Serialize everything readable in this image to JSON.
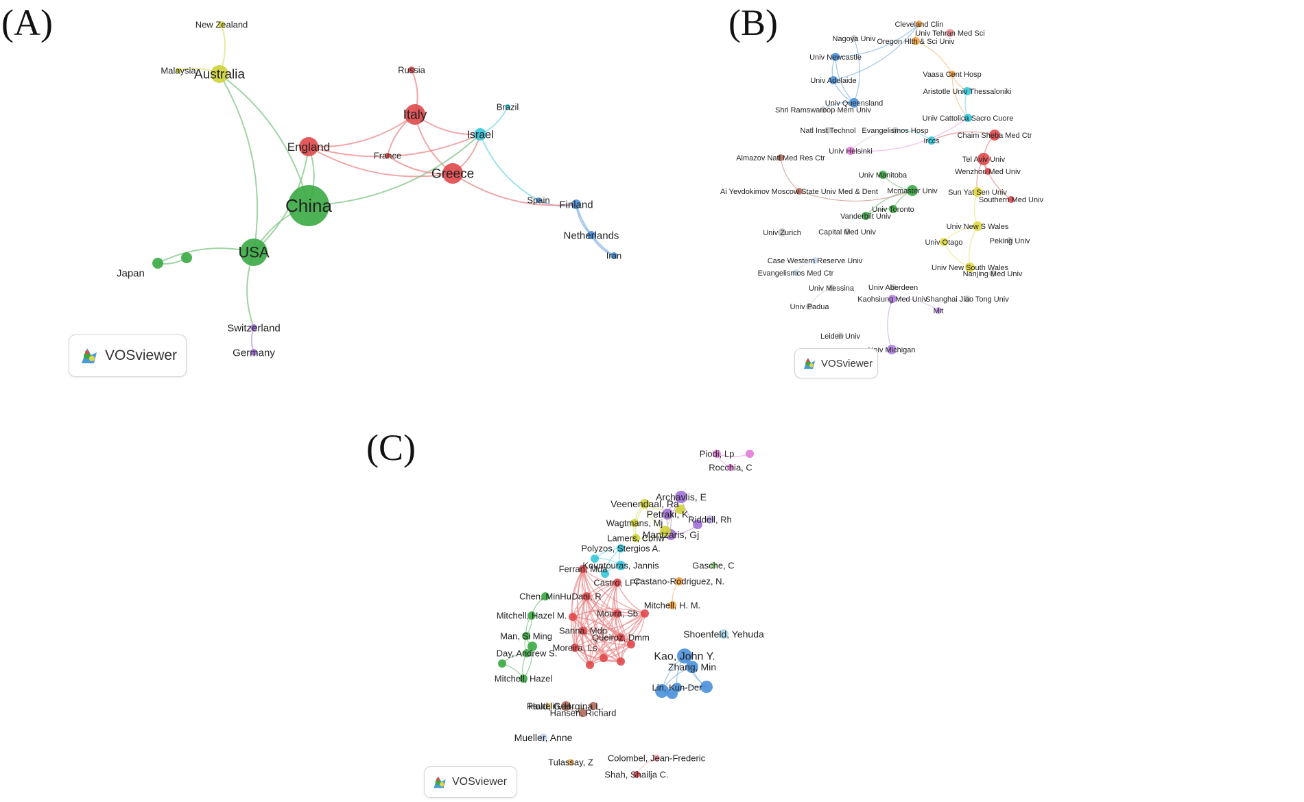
{
  "brand": "VOSviewer",
  "panels": [
    {
      "id": "A",
      "label": "(A)",
      "nodes": [
        {
          "label": "China",
          "color": "#3aa842",
          "size": 30,
          "font": 26
        },
        {
          "label": "USA",
          "color": "#3aa842",
          "size": 20,
          "font": 22
        },
        {
          "label": "Japan",
          "color": "#3aa842",
          "size": 8,
          "font": 15
        },
        {
          "label": "",
          "color": "#3aa842",
          "size": 8
        },
        {
          "label": "England",
          "color": "#e0484a",
          "size": 14,
          "font": 17
        },
        {
          "label": "Italy",
          "color": "#e0484a",
          "size": 15,
          "font": 19
        },
        {
          "label": "Greece",
          "color": "#e0484a",
          "size": 15,
          "font": 19
        },
        {
          "label": "Russia",
          "color": "#e0484a",
          "size": 5,
          "font": 13
        },
        {
          "label": "France",
          "color": "#e0484a",
          "size": 4,
          "font": 13
        },
        {
          "label": "Israel",
          "color": "#35c6da",
          "size": 9,
          "font": 16
        },
        {
          "label": "Brazil",
          "color": "#35c6da",
          "size": 4,
          "font": 13
        },
        {
          "label": "Spain",
          "color": "#4a90d9",
          "size": 4,
          "font": 13
        },
        {
          "label": "Finland",
          "color": "#4a90d9",
          "size": 7,
          "font": 15
        },
        {
          "label": "Netherlands",
          "color": "#4a90d9",
          "size": 6,
          "font": 15
        },
        {
          "label": "Iran",
          "color": "#4a90d9",
          "size": 5,
          "font": 13
        },
        {
          "label": "Australia",
          "color": "#cfd33a",
          "size": 13,
          "font": 19
        },
        {
          "label": "New Zealand",
          "color": "#cfd33a",
          "size": 5,
          "font": 13
        },
        {
          "label": "Malaysia",
          "color": "#cfd33a",
          "size": 4,
          "font": 13
        },
        {
          "label": "Switzerland",
          "color": "#a070d8",
          "size": 5,
          "font": 15
        },
        {
          "label": "Germany",
          "color": "#a070d8",
          "size": 5,
          "font": 15
        }
      ]
    },
    {
      "id": "B",
      "label": "(B)",
      "nodes": [
        {
          "label": "Cleveland Clin",
          "color": "#f0a040",
          "size": 5
        },
        {
          "label": "Oregon Hlth & Sci Univ",
          "color": "#f0a040",
          "size": 6
        },
        {
          "label": "Univ Tehran Med Sci",
          "color": "#f29aa0",
          "size": 6
        },
        {
          "label": "Univ Newcastle",
          "color": "#4a90d9",
          "size": 6
        },
        {
          "label": "Nagoya Univ",
          "color": "#c8c8c8",
          "size": 5
        },
        {
          "label": "Vaasa Cent Hosp",
          "color": "#f0a040",
          "size": 5
        },
        {
          "label": "Univ Adelaide",
          "color": "#4a90d9",
          "size": 6
        },
        {
          "label": "Aristotle Univ Thessaloniki",
          "color": "#35c6da",
          "size": 6
        },
        {
          "label": "Univ Queensland",
          "color": "#4a90d9",
          "size": 7
        },
        {
          "label": "Shri Ramswaroop Mem Univ",
          "color": "#c8c8c8",
          "size": 5
        },
        {
          "label": "Univ Cattolica Sacro Cuore",
          "color": "#35c6da",
          "size": 6
        },
        {
          "label": "Natl Inst Technol",
          "color": "#c8c8c8",
          "size": 5
        },
        {
          "label": "Evangelismos Hosp",
          "color": "#c8c8c8",
          "size": 5
        },
        {
          "label": "Chaim Sheba Med Ctr",
          "color": "#e0484a",
          "size": 8
        },
        {
          "label": "Irccs",
          "color": "#35c6da",
          "size": 6
        },
        {
          "label": "Univ Helsinki",
          "color": "#e27ad6",
          "size": 6
        },
        {
          "label": "Tel Aviv Univ",
          "color": "#e0484a",
          "size": 9
        },
        {
          "label": "Almazov Natl Med Res Ctr",
          "color": "#b06a5a",
          "size": 5
        },
        {
          "label": "Univ Manitoba",
          "color": "#3aa842",
          "size": 6
        },
        {
          "label": "Wenzhou Med Univ",
          "color": "#e0484a",
          "size": 5
        },
        {
          "label": "Mcmaster Univ",
          "color": "#3aa842",
          "size": 8
        },
        {
          "label": "Ai Yevdokimov Moscow State Univ Med & Dent",
          "color": "#b06a5a",
          "size": 5
        },
        {
          "label": "Sun Yat Sen Univ",
          "color": "#e0d840",
          "size": 7
        },
        {
          "label": "Univ Toronto",
          "color": "#3aa842",
          "size": 6
        },
        {
          "label": "Vanderbilt Univ",
          "color": "#3aa842",
          "size": 6
        },
        {
          "label": "Southern Med Univ",
          "color": "#e0484a",
          "size": 5
        },
        {
          "label": "Univ New S Wales",
          "color": "#e0d840",
          "size": 7
        },
        {
          "label": "Univ Zurich",
          "color": "#c8c8c8",
          "size": 6
        },
        {
          "label": "Capital Med Univ",
          "color": "#c8c8c8",
          "size": 5
        },
        {
          "label": "Univ Otago",
          "color": "#e0d840",
          "size": 6
        },
        {
          "label": "Peking Univ",
          "color": "#c8c8c8",
          "size": 5
        },
        {
          "label": "Case Western Reserve Univ",
          "color": "#c8dcf0",
          "size": 5
        },
        {
          "label": "Univ New South Wales",
          "color": "#e0d840",
          "size": 7
        },
        {
          "label": "Evangelismos Med Ctr",
          "color": "#c8dcf0",
          "size": 5
        },
        {
          "label": "Nanjing Med Univ",
          "color": "#c8c8c8",
          "size": 5
        },
        {
          "label": "Univ Messina",
          "color": "#c8c8c8",
          "size": 5
        },
        {
          "label": "Univ Aberdeen",
          "color": "#c8c8c8",
          "size": 5
        },
        {
          "label": "Univ Padua",
          "color": "#c8c8c8",
          "size": 5
        },
        {
          "label": "Mit",
          "color": "#c9a0e8",
          "size": 5
        },
        {
          "label": "Shanghai Jiao Tong Univ",
          "color": "#c8c8c8",
          "size": 5
        },
        {
          "label": "Kaohsiung Med Univ",
          "color": "#b080e0",
          "size": 6
        },
        {
          "label": "Leiden Univ",
          "color": "#c8c8c8",
          "size": 5
        },
        {
          "label": "Univ Michigan",
          "color": "#b080e0",
          "size": 7
        }
      ]
    },
    {
      "id": "C",
      "label": "(C)",
      "nodes": [
        {
          "label": "Piodi, Lp",
          "color": "#e27ad6",
          "size": 6,
          "font": 13
        },
        {
          "label": "Rocchia, C",
          "color": "#e27ad6",
          "size": 5,
          "font": 13
        },
        {
          "label": "",
          "color": "#e27ad6",
          "size": 6
        },
        {
          "label": "Archavlis, E",
          "color": "#a070d8",
          "size": 9,
          "font": 14
        },
        {
          "label": "Petraki, K",
          "color": "#a070d8",
          "size": 8,
          "font": 14
        },
        {
          "label": "Mantzaris, Gj",
          "color": "#a070d8",
          "size": 8,
          "font": 14
        },
        {
          "label": "",
          "color": "#a070d8",
          "size": 7
        },
        {
          "label": "Veenendaal, Ra",
          "color": "#cfd33a",
          "size": 7,
          "font": 14
        },
        {
          "label": "Wagtmans, Mj",
          "color": "#cfd33a",
          "size": 6,
          "font": 13
        },
        {
          "label": "Lamers, Cbhw",
          "color": "#cfd33a",
          "size": 6,
          "font": 13
        },
        {
          "label": "",
          "color": "#cfd33a",
          "size": 7
        },
        {
          "label": "",
          "color": "#cfd33a",
          "size": 8
        },
        {
          "label": "Riddell, Rh",
          "color": "#c8b0e8",
          "size": 6,
          "font": 13
        },
        {
          "label": "Polyzos, Stergios A.",
          "color": "#35c6da",
          "size": 6,
          "font": 13
        },
        {
          "label": "Kountouras, Jannis",
          "color": "#35c6da",
          "size": 7,
          "font": 13
        },
        {
          "label": "",
          "color": "#35c6da",
          "size": 6
        },
        {
          "label": "",
          "color": "#35c6da",
          "size": 6
        },
        {
          "label": "Gasche, C",
          "color": "#9ad88a",
          "size": 5,
          "font": 13
        },
        {
          "label": "Ferrari, Mda",
          "color": "#e0484a",
          "size": 6,
          "font": 13
        },
        {
          "label": "Castro, LPF",
          "color": "#e0484a",
          "size": 6,
          "font": 13
        },
        {
          "label": "Dani, R",
          "color": "#e0484a",
          "size": 6,
          "font": 13
        },
        {
          "label": "Moura, Sb",
          "color": "#e0484a",
          "size": 6,
          "font": 13
        },
        {
          "label": "Sanna, Mdp",
          "color": "#e0484a",
          "size": 6,
          "font": 13
        },
        {
          "label": "Queiroz, Dmm",
          "color": "#e0484a",
          "size": 6,
          "font": 13
        },
        {
          "label": "Moreira, Ls",
          "color": "#e0484a",
          "size": 6,
          "font": 13
        },
        {
          "label": "",
          "color": "#e0484a",
          "size": 6
        },
        {
          "label": "",
          "color": "#e0484a",
          "size": 6
        },
        {
          "label": "",
          "color": "#e0484a",
          "size": 6
        },
        {
          "label": "",
          "color": "#e0484a",
          "size": 6
        },
        {
          "label": "",
          "color": "#e0484a",
          "size": 6
        },
        {
          "label": "",
          "color": "#e0484a",
          "size": 6
        },
        {
          "label": "Chen, MinHu",
          "color": "#3aa842",
          "size": 6,
          "font": 13
        },
        {
          "label": "Mitchell, Hazel M.",
          "color": "#3aa842",
          "size": 6,
          "font": 13
        },
        {
          "label": "Man, Si Ming",
          "color": "#3aa842",
          "size": 6,
          "font": 13
        },
        {
          "label": "Day, Andrew S.",
          "color": "#3aa842",
          "size": 6,
          "font": 13
        },
        {
          "label": "Mitchell, Hazel",
          "color": "#3aa842",
          "size": 6,
          "font": 13
        },
        {
          "label": "",
          "color": "#3aa842",
          "size": 7
        },
        {
          "label": "",
          "color": "#3aa842",
          "size": 6
        },
        {
          "label": "Castano-Rodriguez, N.",
          "color": "#f0a040",
          "size": 6,
          "font": 13
        },
        {
          "label": "Mitchell, H. M.",
          "color": "#f0a040",
          "size": 6,
          "font": 13
        },
        {
          "label": "Shoenfeld, Yehuda",
          "color": "#a8dcf0",
          "size": 7,
          "font": 14
        },
        {
          "label": "Kao, John Y.",
          "color": "#4a90d9",
          "size": 11,
          "font": 16
        },
        {
          "label": "Zhang, Min",
          "color": "#4a90d9",
          "size": 9,
          "font": 14
        },
        {
          "label": "Lin, Kun-Der",
          "color": "#4a90d9",
          "size": 7,
          "font": 13
        },
        {
          "label": "",
          "color": "#4a90d9",
          "size": 10
        },
        {
          "label": "",
          "color": "#4a90d9",
          "size": 9
        },
        {
          "label": "",
          "color": "#4a90d9",
          "size": 8
        },
        {
          "label": "Rautelin, H",
          "color": "#e8d080",
          "size": 5,
          "font": 13
        },
        {
          "label": "Hold, Georgina L.",
          "color": "#b06a5a",
          "size": 7,
          "font": 14
        },
        {
          "label": "Hansen, Richard",
          "color": "#b06a5a",
          "size": 6,
          "font": 13
        },
        {
          "label": "",
          "color": "#b06a5a",
          "size": 6
        },
        {
          "label": "Mueller, Anne",
          "color": "#c8dcf0",
          "size": 6,
          "font": 14
        },
        {
          "label": "Colombel, Jean-Frederic",
          "color": "#f29aa0",
          "size": 5,
          "font": 13
        },
        {
          "label": "Tulassay, Z",
          "color": "#f0b060",
          "size": 5,
          "font": 13
        },
        {
          "label": "Shah, Shailja C.",
          "color": "#e0484a",
          "size": 5,
          "font": 13
        }
      ]
    }
  ]
}
